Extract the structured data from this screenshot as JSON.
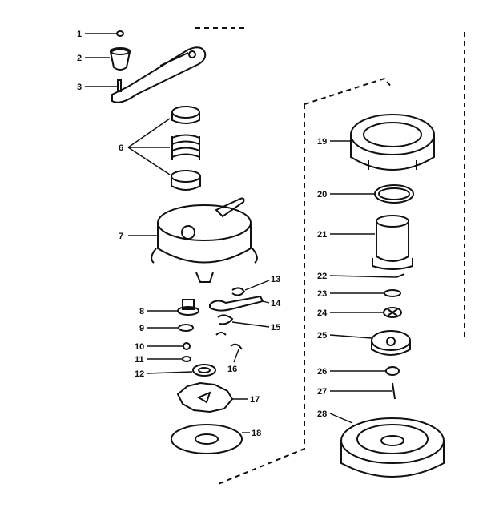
{
  "diagram": {
    "labels": [
      "1",
      "2",
      "3",
      "6",
      "7",
      "8",
      "9",
      "10",
      "11",
      "12",
      "13",
      "14",
      "15",
      "16",
      "17",
      "18",
      "19",
      "20",
      "21",
      "22",
      "23",
      "24",
      "25",
      "26",
      "27",
      "28"
    ]
  }
}
